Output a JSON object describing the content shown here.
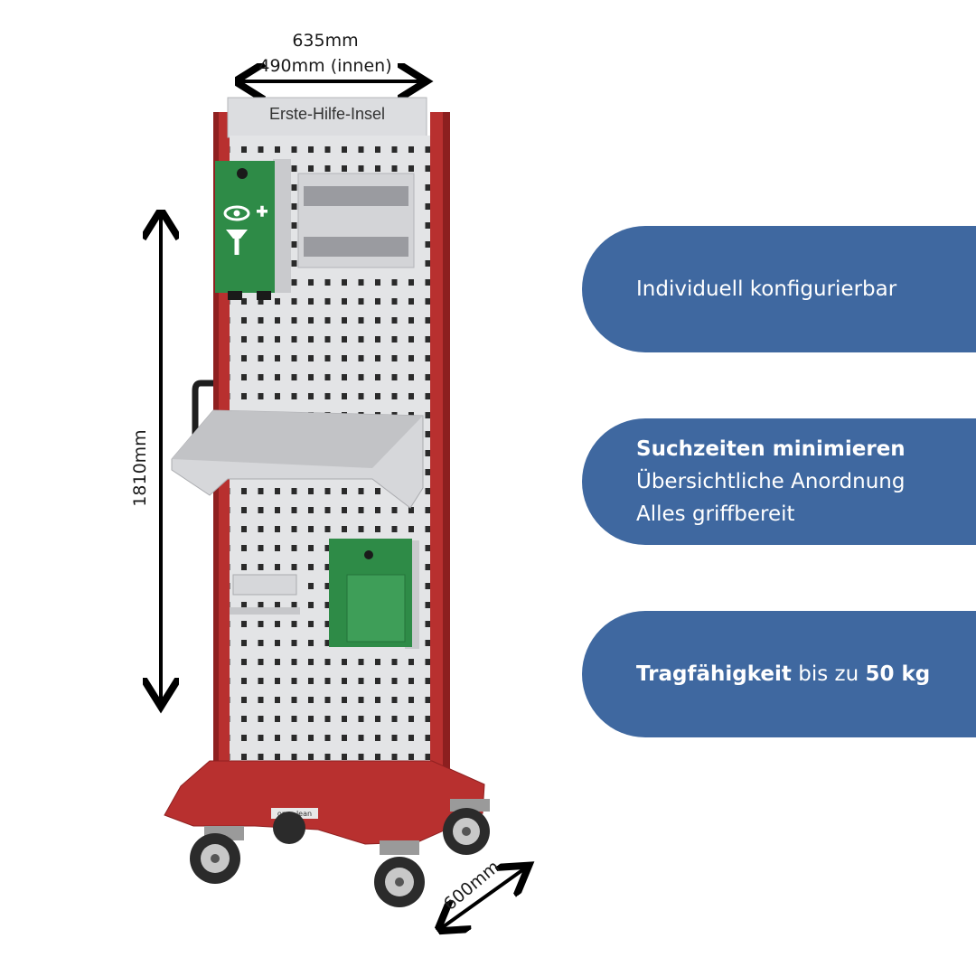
{
  "dimensions": {
    "width_outer": "635mm",
    "width_inner": "490mm (innen)",
    "height": "1810mm",
    "depth": "600mm"
  },
  "product": {
    "sign_label": "Erste-Hilfe-Insel",
    "base_brand": "opro-lean"
  },
  "features": {
    "f1": {
      "text": "Individuell konfigurierbar"
    },
    "f2": {
      "title": "Suchzeiten minimieren",
      "line1": "Übersichtliche Anordnung",
      "line2": "Alles griffbereit"
    },
    "f3": {
      "bold1": "Tragfähigkeit",
      "middle": " bis zu ",
      "bold2": "50 kg"
    }
  },
  "colors": {
    "frame_red": "#b8302f",
    "panel_gray": "#e3e4e6",
    "first_aid_green": "#2e8b47",
    "pill_blue": "#3f68a0"
  },
  "icons": [
    "double-arrow-icon",
    "eyewash-icon",
    "first-aid-cross-icon"
  ]
}
